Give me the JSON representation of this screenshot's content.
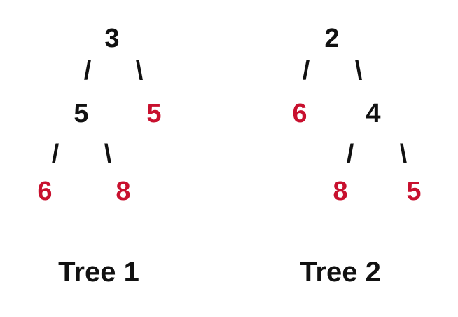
{
  "colors": {
    "internal_node": "#111111",
    "leaf_node": "#c8102e",
    "edge": "#111111",
    "caption": "#111111"
  },
  "tree1": {
    "root": "3",
    "left": "5",
    "right": "5",
    "left_left": "6",
    "left_right": "8",
    "edge_left": "/",
    "edge_right": "\\",
    "edge_left_left": "/",
    "edge_left_right": "\\",
    "caption": "Tree 1"
  },
  "tree2": {
    "root": "2",
    "left": "6",
    "right": "4",
    "right_left": "8",
    "right_right": "5",
    "edge_left": "/",
    "edge_right": "\\",
    "edge_right_left": "/",
    "edge_right_right": "\\",
    "caption": "Tree 2"
  }
}
